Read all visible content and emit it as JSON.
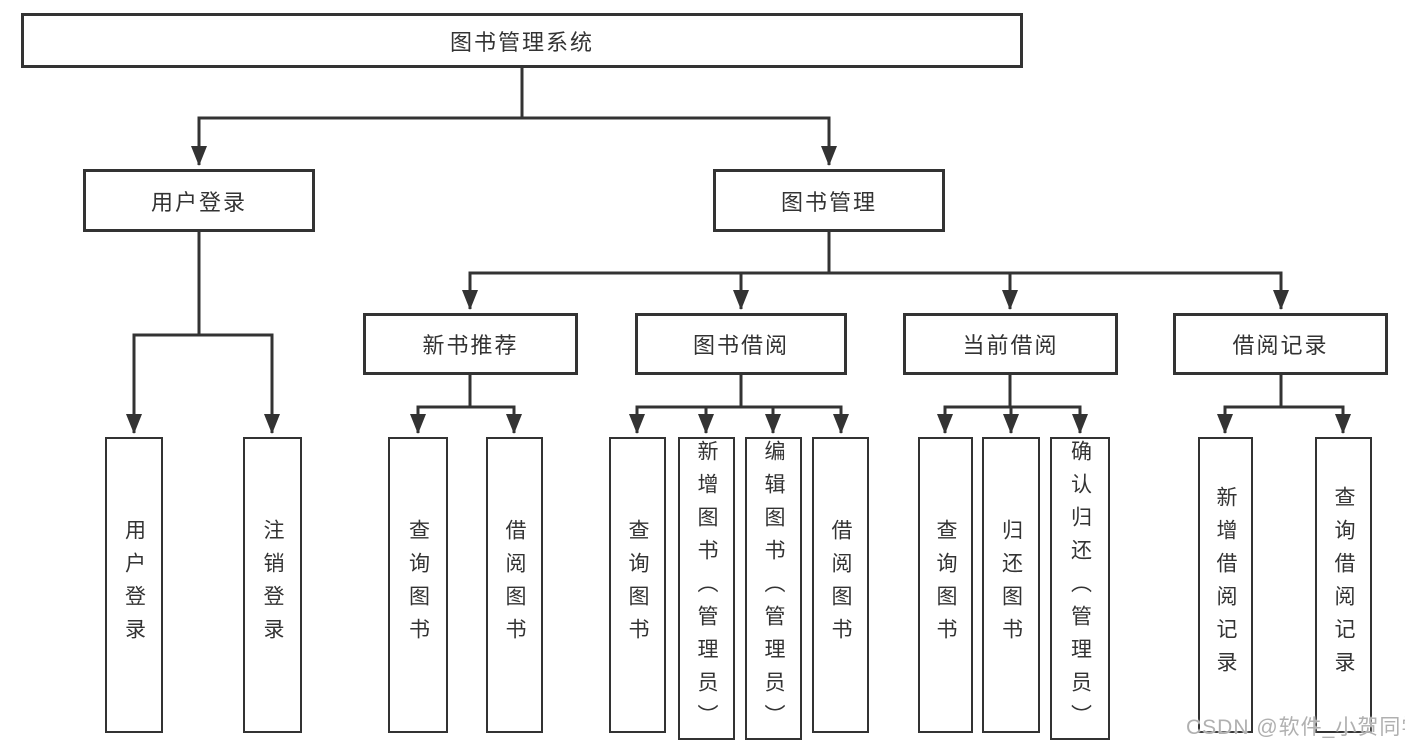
{
  "nodes": {
    "root": "图书管理系统",
    "user_login": "用户登录",
    "book_mgmt": "图书管理",
    "new_book_rec": "新书推荐",
    "book_borrow": "图书借阅",
    "current_borrow": "当前借阅",
    "borrow_records": "借阅记录",
    "leaf_user_login": "用户登录",
    "leaf_logout": "注销登录",
    "leaf_nbr_query": "查询图书",
    "leaf_nbr_borrow": "借阅图书",
    "leaf_bb_query": "查询图书",
    "leaf_bb_add": "新增图书（管理员）",
    "leaf_bb_edit": "编辑图书（管理员）",
    "leaf_bb_borrow": "借阅图书",
    "leaf_cb_query": "查询图书",
    "leaf_cb_return": "归还图书",
    "leaf_cb_confirm": "确认归还（管理员）",
    "leaf_br_add": "新增借阅记录",
    "leaf_br_query": "查询借阅记录"
  },
  "hierarchy": {
    "图书管理系统": {
      "用户登录": [
        "用户登录",
        "注销登录"
      ],
      "图书管理": {
        "新书推荐": [
          "查询图书",
          "借阅图书"
        ],
        "图书借阅": [
          "查询图书",
          "新增图书（管理员）",
          "编辑图书（管理员）",
          "借阅图书"
        ],
        "当前借阅": [
          "查询图书",
          "归还图书",
          "确认归还（管理员）"
        ],
        "借阅记录": [
          "新增借阅记录",
          "查询借阅记录"
        ]
      }
    }
  },
  "watermark": "CSDN @软件_小贺同学",
  "colors": {
    "line": "#333333",
    "box_background": "#ffffff",
    "text": "#333333",
    "watermark": "#b0b0b0"
  }
}
